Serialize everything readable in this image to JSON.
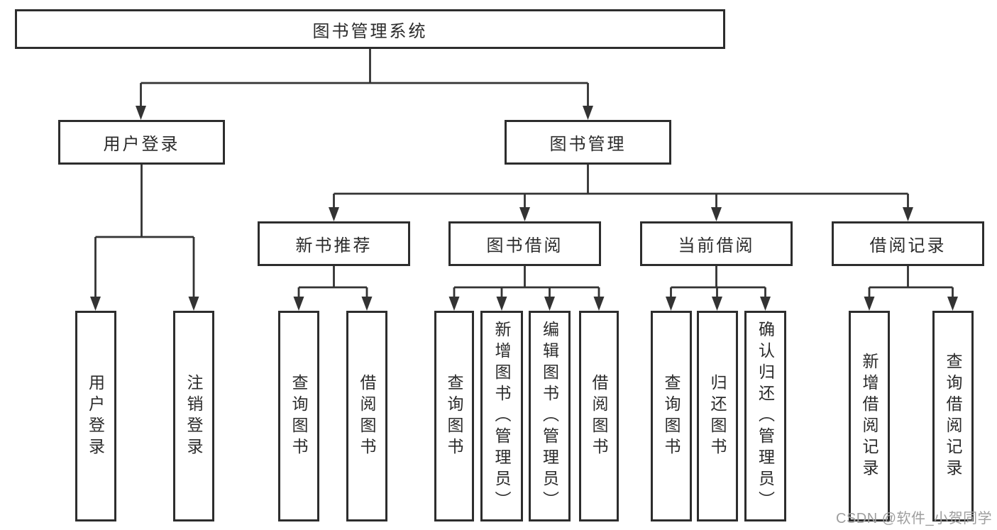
{
  "title": {
    "label": "图书管理系统"
  },
  "level2": [
    {
      "label": "用户登录"
    },
    {
      "label": "图书管理"
    }
  ],
  "level3": [
    {
      "label": "新书推荐"
    },
    {
      "label": "图书借阅"
    },
    {
      "label": "当前借阅"
    },
    {
      "label": "借阅记录"
    }
  ],
  "leaves": [
    {
      "label": "用户登录"
    },
    {
      "label": "注销登录"
    },
    {
      "label": "查询图书"
    },
    {
      "label": "借阅图书"
    },
    {
      "label": "查询图书"
    },
    {
      "label": "新增图书（管理员）"
    },
    {
      "label": "编辑图书（管理员）"
    },
    {
      "label": "借阅图书"
    },
    {
      "label": "查询图书"
    },
    {
      "label": "归还图书"
    },
    {
      "label": "确认归还（管理员）"
    },
    {
      "label": "新增借阅记录"
    },
    {
      "label": "查询借阅记录"
    }
  ],
  "watermark": {
    "text": "CSDN @软件_小贺同学"
  },
  "colors": {
    "line": "#333333",
    "box_border": "#2d2d2d",
    "text": "#2b2b2b",
    "watermark": "#9e9e9e",
    "background": "#ffffff"
  }
}
